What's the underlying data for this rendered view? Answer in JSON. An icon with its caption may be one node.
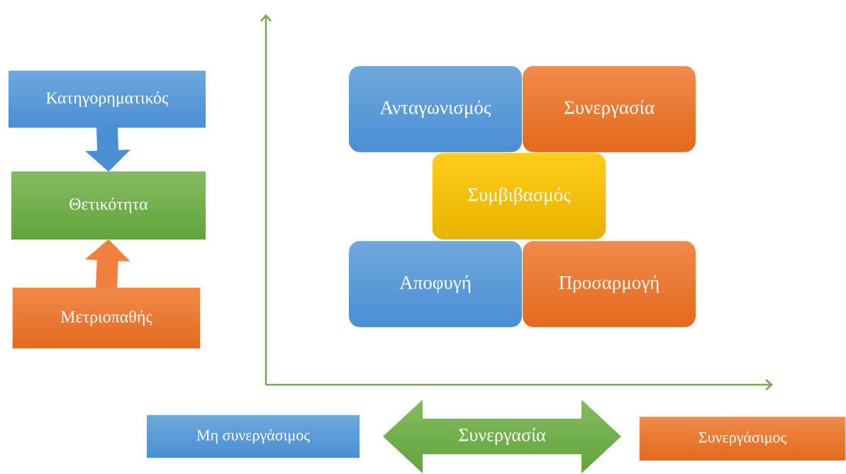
{
  "diagram": {
    "nodes": [
      {
        "text": [
          "Κατηγορηματικός"
        ]
      },
      {
        "text": [
          "Θετικότητα"
        ]
      },
      {
        "text": [
          "Μετριοπαθής"
        ]
      },
      {
        "text": [
          "Ανταγωνισμός"
        ]
      },
      {
        "text": [
          "Συνεργασία"
        ]
      },
      {
        "text": [
          "Συμβιβασμός"
        ]
      },
      {
        "text": [
          "Αποφυγή"
        ]
      },
      {
        "text": [
          "Προσαρμογή"
        ]
      },
      {
        "text": [
          "Μη συνεργάσιμος"
        ]
      },
      {
        "text": [
          "Συνεργασία"
        ]
      },
      {
        "text": [
          "Συνεργάσιμος"
        ]
      }
    ],
    "edges": [
      {
        "from": 0,
        "to": 1,
        "arrow": "to",
        "color": "#4a8fd4"
      },
      {
        "from": 2,
        "to": 1,
        "arrow": "to",
        "color": "#f08040"
      }
    ]
  }
}
